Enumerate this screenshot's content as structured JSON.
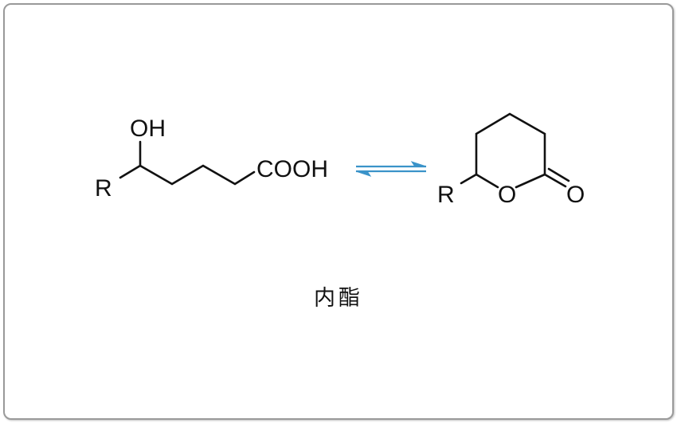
{
  "diagram": {
    "type": "chemical-equilibrium",
    "reactant": {
      "name": "hydroxy acid",
      "labels": {
        "substituent": "R",
        "hydroxyl": "OH",
        "carboxyl": "COOH"
      }
    },
    "arrow": {
      "type": "equilibrium",
      "color": "#3a93c9"
    },
    "product": {
      "name": "lactone (six-membered ring)",
      "labels": {
        "substituent": "R",
        "ring_oxygen": "O",
        "carbonyl_oxygen": "O"
      }
    },
    "caption": "内酯"
  },
  "colors": {
    "bond": "#111111",
    "arrow": "#3a93c9",
    "frame_border": "#9a9a9a",
    "background": "#ffffff"
  }
}
